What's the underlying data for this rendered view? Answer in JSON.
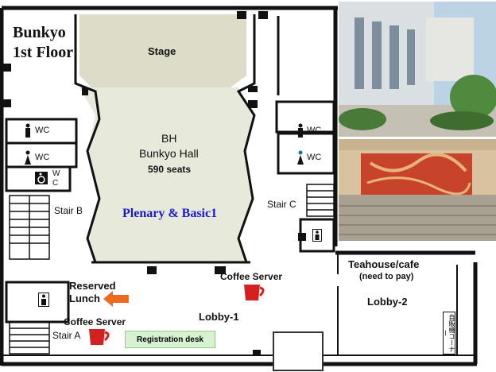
{
  "map": {
    "title_line1": "Bunkyo",
    "title_line2": "1st Floor",
    "stage": "Stage",
    "hall_code": "BH",
    "hall_name": "Bunkyo Hall",
    "hall_seats": "590 seats",
    "session": "Plenary & Basic1",
    "stair_a": "Stair A",
    "stair_b": "Stair B",
    "stair_c": "Stair C",
    "wc": "WC",
    "accessible_wc_letters": [
      "W",
      "C"
    ],
    "coffee_server": "Coffee Server",
    "reserved_lunch_line1": "Reserved",
    "reserved_lunch_line2": "Lunch",
    "lobby1": "Lobby-1",
    "lobby2": "Lobby-2",
    "teahouse": "Teahouse/cafe",
    "teahouse_note": "(need to pay)",
    "registration": "Registration desk",
    "vertical_sign": "自販機コーナー"
  },
  "colors": {
    "hall_fill": "#e7e9db",
    "stage_fill": "#dcdcc8",
    "wall": "#111111",
    "session_text": "#1a1ad6",
    "arrow": "#ee6a1c",
    "cup": "#d42020",
    "registration_fill": "#d6f2d0"
  },
  "icons": [
    "male-wc-icon",
    "female-wc-icon",
    "wheelchair-icon",
    "elevator-icon",
    "coffee-cup-icon",
    "arrow-left-icon"
  ]
}
